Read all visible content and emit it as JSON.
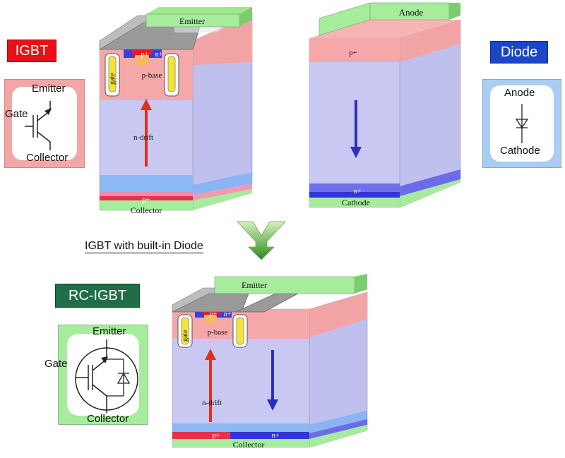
{
  "badges": {
    "igbt": "IGBT",
    "diode": "Diode",
    "rc_igbt": "RC-IGBT"
  },
  "symbols": {
    "igbt": {
      "gate": "Gate",
      "emitter": "Emitter",
      "collector": "Collector"
    },
    "diode": {
      "anode": "Anode",
      "cathode": "Cathode"
    },
    "rc_igbt": {
      "gate": "Gate",
      "emitter": "Emitter",
      "collector": "Collector"
    }
  },
  "igbt_device": {
    "emitter": "Emitter",
    "collector": "Collector",
    "gate": "gate",
    "p_base": "p-base",
    "p_plus_top": "p+",
    "n_plus_top": "n+",
    "n_drift": "n-drift",
    "p_plus_bottom": "p+"
  },
  "diode_device": {
    "anode": "Anode",
    "cathode": "Cathode",
    "p_plus": "p+",
    "n_plus": "n+"
  },
  "rc_device": {
    "emitter": "Emitter",
    "collector": "Collector",
    "gate": "gate",
    "p_base": "p-base",
    "p_plus_top": "p+",
    "n_plus_top": "n+",
    "n_drift": "n-drift",
    "p_plus_bottom": "p+",
    "n_plus_bottom": "n+"
  },
  "caption": "IGBT with built-in Diode",
  "colors": {
    "igbt_badge": "#e8101a",
    "diode_badge": "#1a46c8",
    "rc_badge": "#1f6e46",
    "drift": "#c8c8f0",
    "p_region": "#f6a8a8",
    "metal": "#9ccf8a",
    "arrow_red": "#e0301a",
    "arrow_blue": "#2a30b8"
  }
}
